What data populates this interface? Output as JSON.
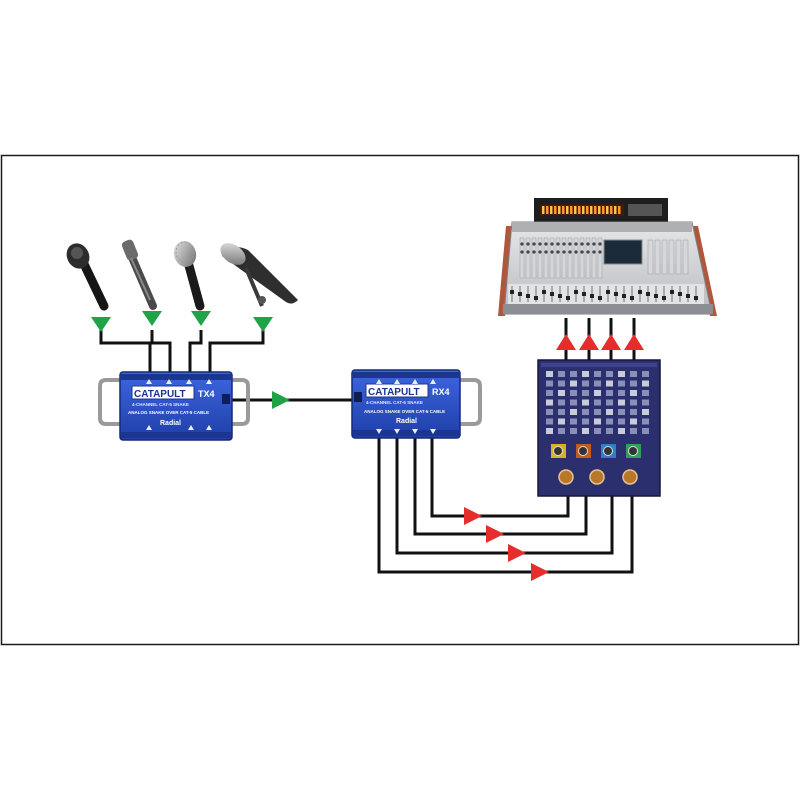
{
  "colors": {
    "frame": "#1a1a1a",
    "cable": "#111111",
    "arrow_green": "#1fa346",
    "arrow_red": "#e52d2d",
    "box_blue": "#2a4fc4",
    "box_blue_dark": "#1b3590",
    "patch_bay": "#2b2f6e",
    "console_body": "#cfd1d4",
    "console_wood": "#b0563a"
  },
  "snake_box_1": {
    "brand": "CATAPULT",
    "model": "TX4",
    "subtitle": "4-CHANNEL CAT-5 SNAKE",
    "label": "ANALOG SNAKE OVER CAT-5 CABLE",
    "maker": "Radial"
  },
  "snake_box_2": {
    "brand": "CATAPULT",
    "model": "RX4",
    "subtitle": "4-CHANNEL CAT-5 SNAKE",
    "label": "ANALOG SNAKE OVER CAT-5 CABLE",
    "maker": "Radial"
  },
  "icons": {
    "microphones": [
      "handheld-mic-icon",
      "stick-mic-icon",
      "handheld-mic-icon",
      "side-address-mic-icon"
    ],
    "console": "mixing-console-icon",
    "patch_bay": "patch-bay-icon"
  }
}
